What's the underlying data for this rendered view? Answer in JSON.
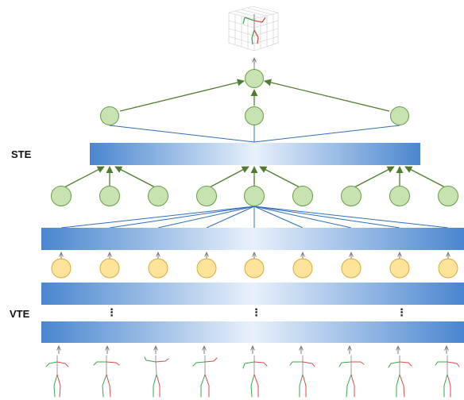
{
  "labels": {
    "ste": "STE",
    "vte": "VTE"
  },
  "ellipsis": "⋮",
  "colors": {
    "bar_edge": "#4a86cf",
    "bar_center": "#e8f1fb",
    "green_fill": "#c6e3b1",
    "green_stroke": "#6a9c4a",
    "green_arrow": "#4f7d2e",
    "yellow_fill": "#fde49a",
    "yellow_stroke": "#d8a93b",
    "blue_line": "#2e6fb7",
    "gray_arrow": "#7a7a7a",
    "skeleton_green": "#3aa64a",
    "skeleton_red": "#d94a4a",
    "skeleton_gray": "#9a9a9a"
  },
  "structure": {
    "frame_count": 9,
    "group_count": 3,
    "frames_per_group": 3,
    "vte_layers_shown": 3,
    "ste_layers_shown": 1
  }
}
